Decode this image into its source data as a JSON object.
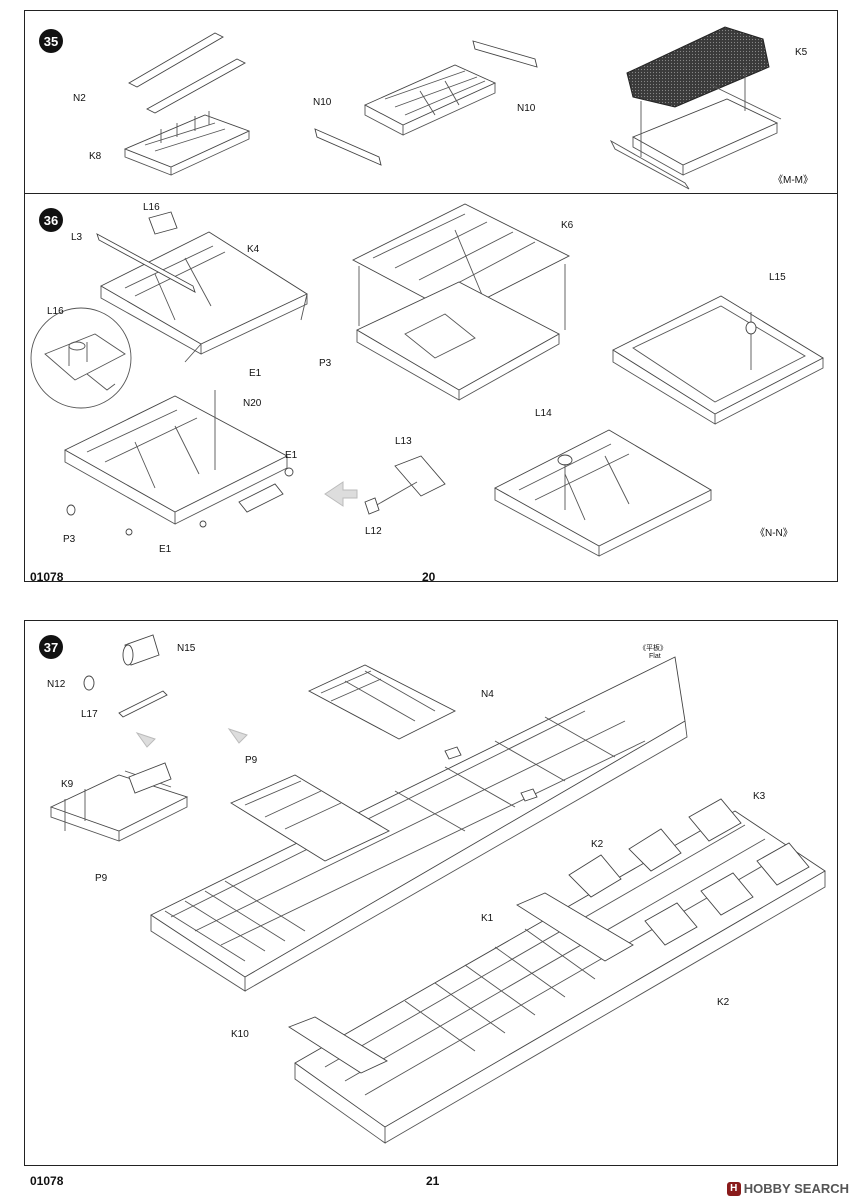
{
  "pages": [
    {
      "product_code": "01078",
      "page_number": "20"
    },
    {
      "product_code": "01078",
      "page_number": "21"
    }
  ],
  "steps": {
    "s35": {
      "number": "35",
      "labels": {
        "n2": "N2",
        "k8": "K8",
        "n10a": "N10",
        "n10b": "N10",
        "k5": "K5"
      },
      "view_ref": "《M-M》"
    },
    "s36": {
      "number": "36",
      "labels": {
        "l16a": "L16",
        "l3": "L3",
        "k4": "K4",
        "l16b": "L16",
        "e1a": "E1",
        "p3a": "P3",
        "k6": "K6",
        "l15": "L15",
        "n20": "N20",
        "e1b": "E1",
        "p3b": "P3",
        "e1c": "E1",
        "l13": "L13",
        "l12": "L12",
        "l14": "L14"
      },
      "view_ref": "《N-N》"
    },
    "s37": {
      "number": "37",
      "labels": {
        "n15": "N15",
        "n12": "N12",
        "l17": "L17",
        "k9": "K9",
        "p9a": "P9",
        "p9b": "P9",
        "n4": "N4",
        "flat_cn": "《平板》",
        "flat_en": "Flat",
        "k3": "K3",
        "k2a": "K2",
        "k1": "K1",
        "k2b": "K2",
        "k10": "K10"
      }
    }
  },
  "watermark": {
    "logo": "H",
    "text": "HOBBY SEARCH"
  },
  "colors": {
    "line": "#555555",
    "ink": "#111111",
    "mesh": "#333333"
  }
}
